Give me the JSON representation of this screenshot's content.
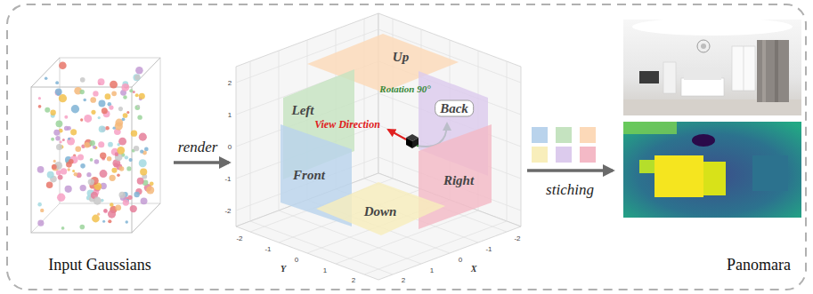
{
  "diagram": {
    "nodes": [
      {
        "text": [
          "Input Gaussians"
        ]
      },
      {
        "text": [
          "Up"
        ]
      },
      {
        "text": [
          "Left"
        ]
      },
      {
        "text": [
          "Back"
        ]
      },
      {
        "text": [
          "Front"
        ]
      },
      {
        "text": [
          "Right"
        ]
      },
      {
        "text": [
          "Down"
        ]
      },
      {
        "text": [
          "Panomara"
        ]
      }
    ],
    "labels": [
      "render",
      "Rotation 90°",
      "View Direction",
      "2",
      "1",
      "0",
      "-1",
      "-2",
      "-2",
      "-1",
      "Y",
      "0",
      "1",
      "2",
      "-2",
      "-1",
      "0",
      "X",
      "1",
      "2",
      "stiching"
    ]
  }
}
